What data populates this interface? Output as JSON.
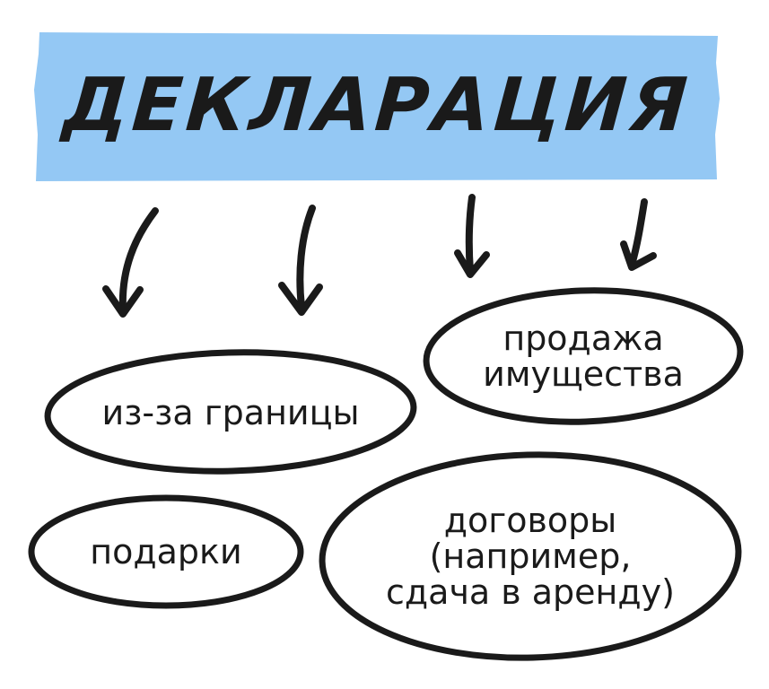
{
  "title": "ДЕКЛАРАЦИЯ",
  "colors": {
    "banner": "#94c8f4",
    "ink": "#1a1a1a",
    "background": "#ffffff"
  },
  "nodes": {
    "abroad": {
      "lines": [
        "из-за границы"
      ]
    },
    "property_sale": {
      "lines": [
        "продажа",
        "имущества"
      ]
    },
    "gifts": {
      "lines": [
        "подарки"
      ]
    },
    "contracts": {
      "lines": [
        "договоры",
        "(например,",
        "сдача в аренду)"
      ]
    }
  },
  "arrow_count": 4
}
